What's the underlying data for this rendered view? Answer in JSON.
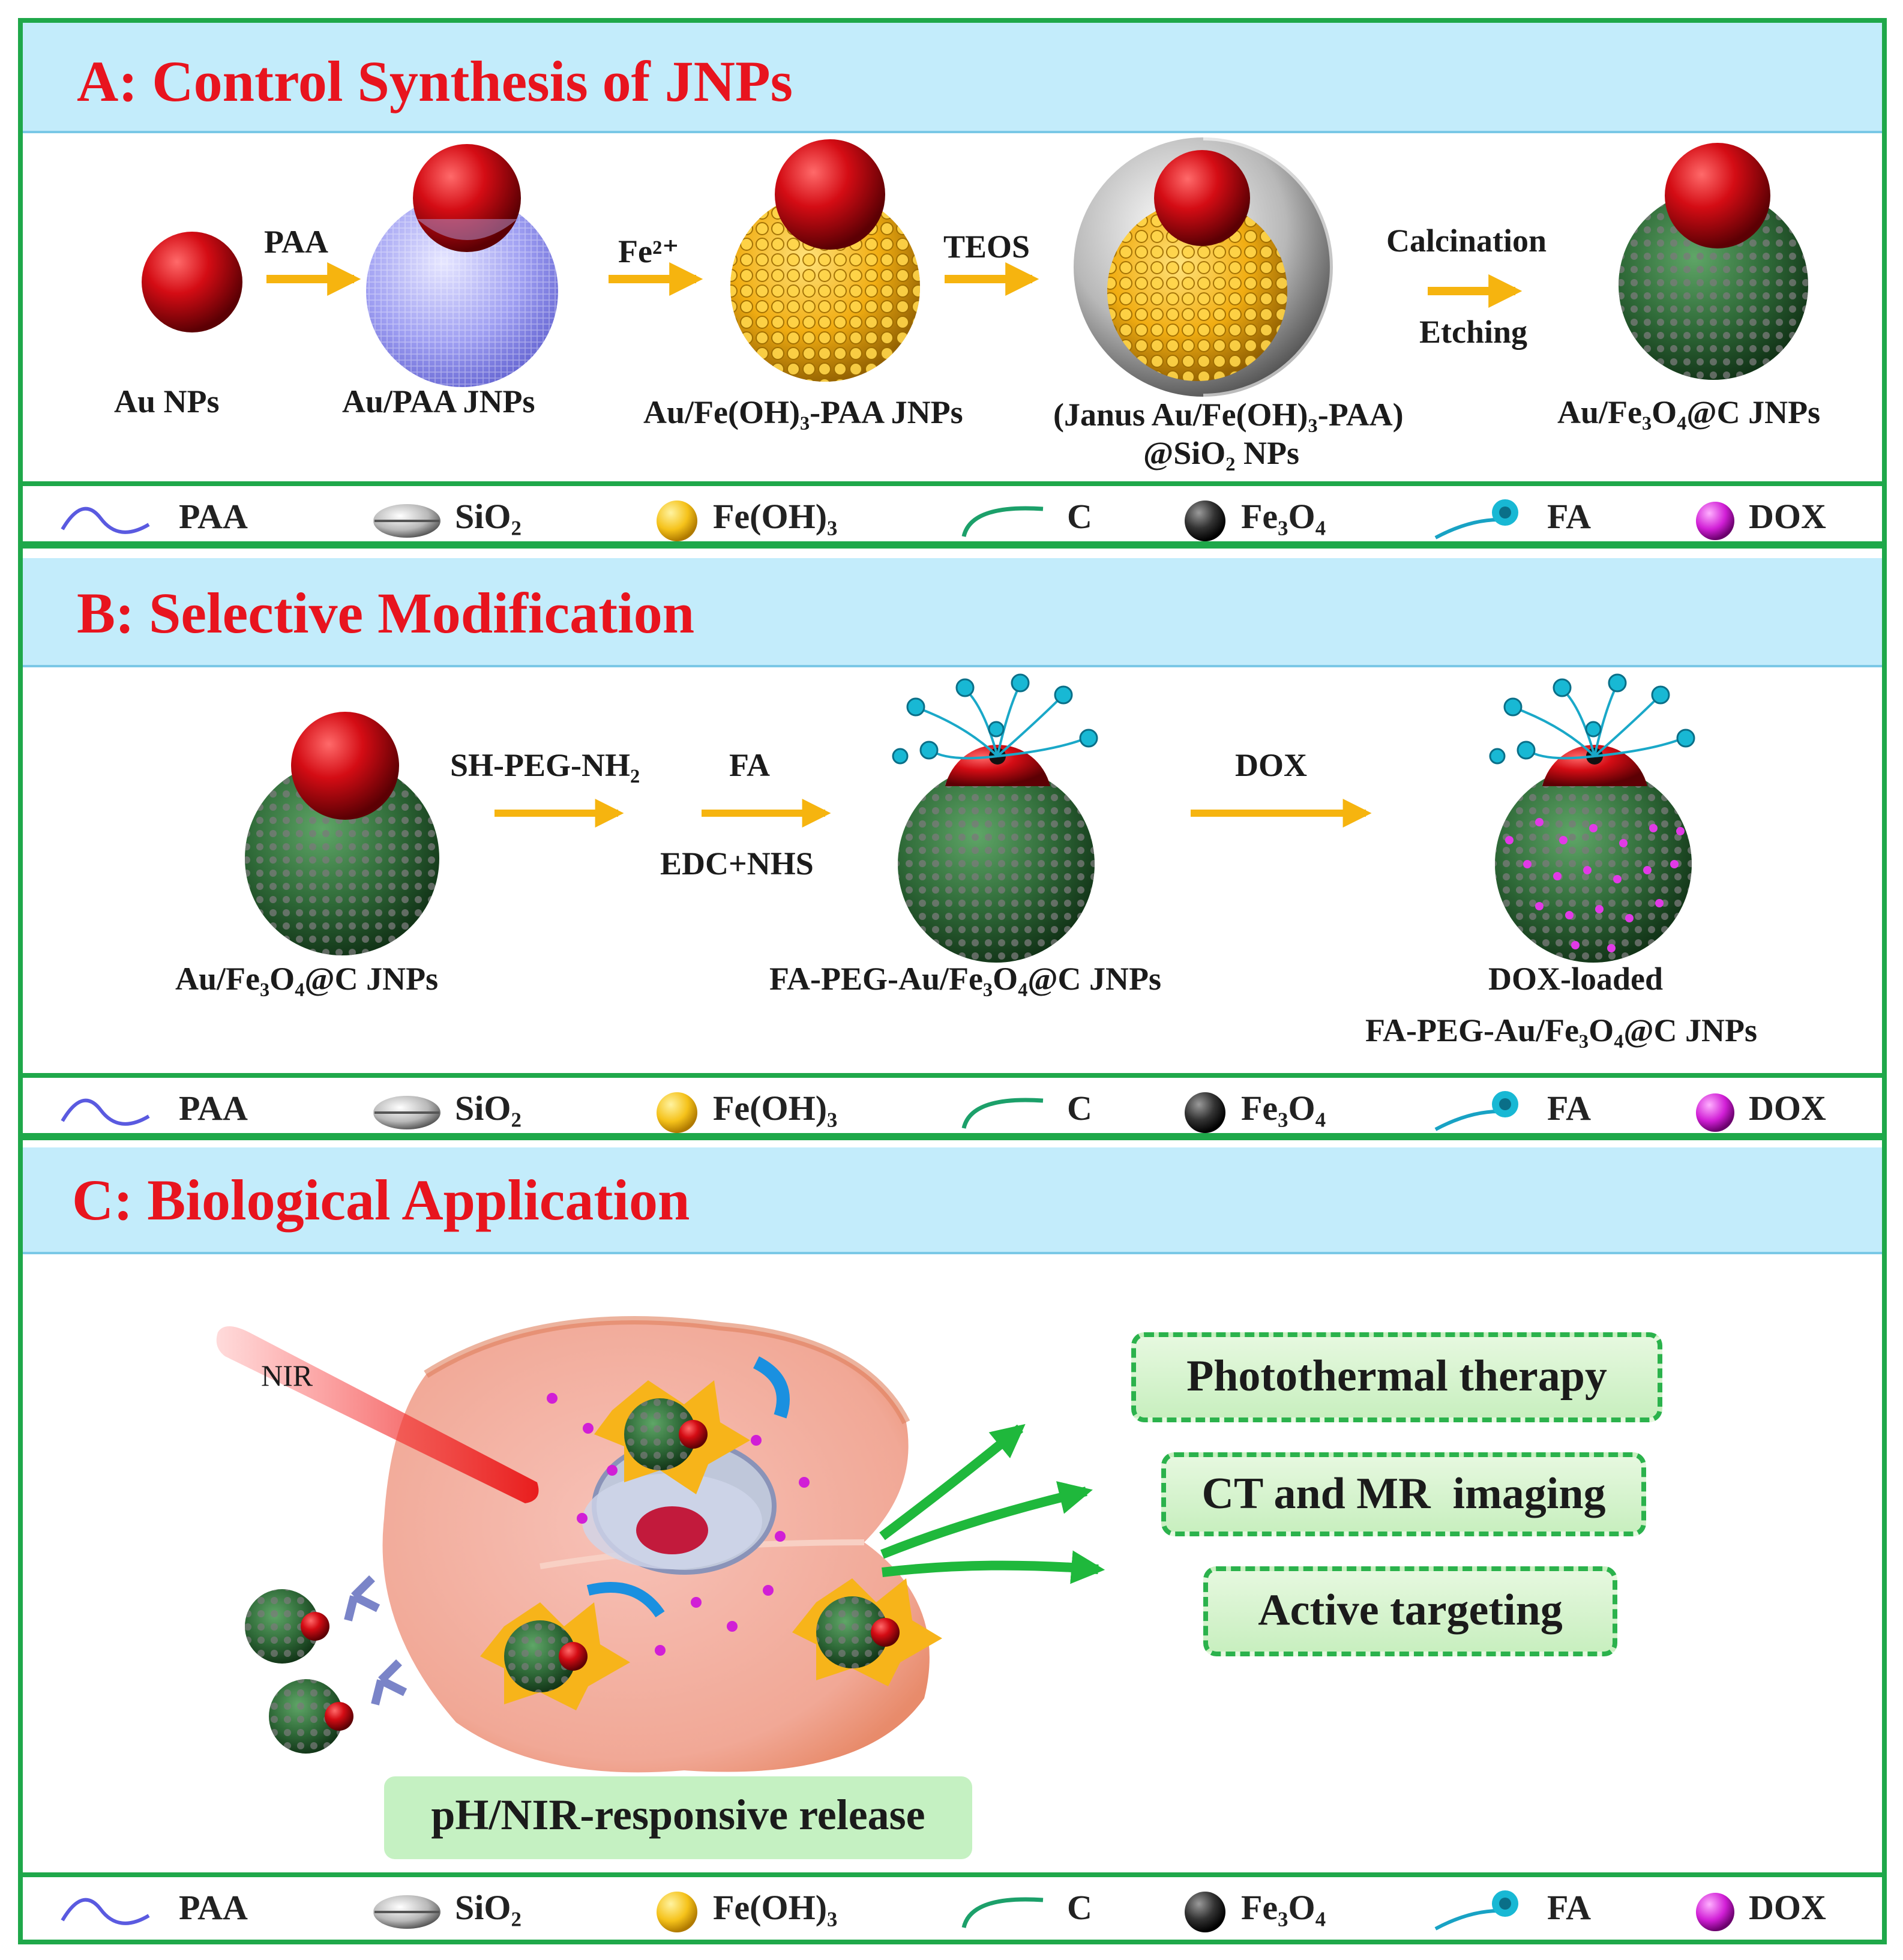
{
  "panels": {
    "a": {
      "title": "A: Control Synthesis of JNPs",
      "steps": {
        "au_nps": "Au NPs",
        "au_paa": "Au/PAA JNPs",
        "au_feoh_paa": "Au/Fe(OH)₃-PAA JNPs",
        "janus_sio2_line1": "(Janus Au/Fe(OH)₃-PAA)",
        "janus_sio2_line2": "@SiO₂ NPs",
        "au_fe3o4_c": "Au/Fe₃O₄@C JNPs"
      },
      "reagents": {
        "paa": "PAA",
        "fe2": "Fe²⁺",
        "teos": "TEOS",
        "calcination": "Calcination",
        "etching": "Etching"
      }
    },
    "b": {
      "title": "B: Selective Modification",
      "steps": {
        "au_fe3o4_c": "Au/Fe₃O₄@C JNPs",
        "fa_peg": "FA-PEG-Au/Fe₃O₄@C JNPs",
        "dox_loaded_line1": "DOX-loaded",
        "dox_loaded_line2": "FA-PEG-Au/Fe₃O₄@C JNPs"
      },
      "reagents": {
        "sh_peg_nh2": "SH-PEG-NH₂",
        "fa": "FA",
        "edc_nhs": "EDC+NHS",
        "dox": "DOX"
      }
    },
    "c": {
      "title": "C: Biological Application",
      "nir": "NIR",
      "release": "pH/NIR-responsive release",
      "outcomes": [
        "Photothermal therapy",
        "CT and MR  imaging",
        "Active targeting"
      ]
    }
  },
  "legend": {
    "paa": "PAA",
    "sio2": "SiO₂",
    "feoh3": "Fe(OH)₃",
    "c": "C",
    "fe3o4": "Fe₃O₄",
    "fa": "FA",
    "dox": "DOX"
  },
  "colors": {
    "frame": "#1fa84a",
    "header_bg": "#c3ecfb",
    "title_red": "#e8141e",
    "arrow": "#f6b40f",
    "au_red": "#cc0a12",
    "fe_yellow": "#f2b51b",
    "carbon_green": "#2f6a38",
    "paa_blue": "#6a6ae0",
    "dox_magenta": "#d11fd6",
    "fa_cyan": "#18b8d4",
    "outcome_green": "#2bb24c"
  }
}
